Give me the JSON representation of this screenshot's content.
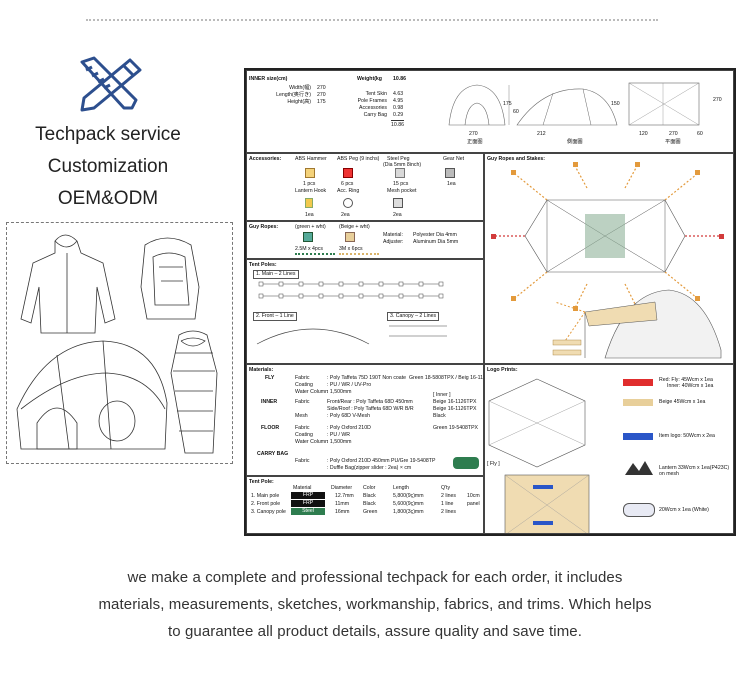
{
  "service": {
    "lines": [
      "Techpack service",
      "Customization",
      "OEM&ODM"
    ]
  },
  "sheet": {
    "dims": {
      "title": "INNER size(cm)",
      "weight_label": "Weight(kg",
      "weight_value": "10.86",
      "rows": [
        {
          "k": "Width(幅)",
          "v": "270"
        },
        {
          "k": "Length(奥行き)",
          "v": "270"
        },
        {
          "k": "Height(高)",
          "v": "175"
        }
      ],
      "weights": [
        {
          "k": "Tent Skin",
          "v": "4.63"
        },
        {
          "k": "Pole Frames",
          "v": "4.95"
        },
        {
          "k": "Accessories",
          "v": "0.98"
        },
        {
          "k": "Carry Bag",
          "v": "0.29"
        },
        {
          "k": "",
          "v": "10.86"
        }
      ],
      "front": {
        "w": "270",
        "h": "175",
        "caption": "正面图"
      },
      "side": {
        "w1": "212",
        "w2": "60",
        "caption": "側面圖"
      },
      "plan": {
        "h": "150",
        "w": "270",
        "a": "120",
        "b": "270",
        "c": "60",
        "caption": "平面圖"
      }
    },
    "accessories": {
      "title": "Accessories:",
      "items": [
        {
          "name": "ABS Hammer",
          "qty": "1 pcs"
        },
        {
          "name": "ABS Peg (9 inchs)",
          "qty": "6 pcs"
        },
        {
          "name": "Steel Peg",
          "sub": "(Dia 5mm 8inch)",
          "qty": "15 pcs"
        },
        {
          "name": "Gear Net",
          "qty": "1ea"
        },
        {
          "name": "Lantern Hook",
          "qty": "1ea"
        },
        {
          "name": "Acc. Ring",
          "qty": "2ea"
        },
        {
          "name": "Mesh pocket",
          "qty": "2ea"
        }
      ]
    },
    "guy_ropes": {
      "title": "Guy Ropes:",
      "color": "(green + wht)",
      "color2": "(Beige + wht)",
      "r1": "2.5M x 4pcs",
      "r2": "3M x 6pcs",
      "material_label": "Material:",
      "material_value": "Polyester Dia 4mm",
      "adjuster_label": "Adjuster:",
      "adjuster_value": "Aluminum Dia 5mm"
    },
    "tent_poles": {
      "title": "Tent Poles:",
      "main": "1. Main – 2 Lines",
      "front": "2. Front – 1 Line",
      "canopy": "3. Canopy – 2 Lines"
    },
    "guy_stakes_title": "Guy Ropes and Stakes:",
    "logo_prints": {
      "title": "Logo Prints:",
      "items": [
        {
          "text": "Red: Fly: 45Wcm x 1ea",
          "text2": "Inner: 40Wcm x 1ea",
          "color": "#e02d2d"
        },
        {
          "text": "Beige 45Wcm x 1ea",
          "text2": "",
          "color": "#e8cf9a"
        },
        {
          "text": "Item logo: 50Wcm x 2ea",
          "text2": "",
          "color": "#2a56c8"
        },
        {
          "text": "Lantern 33Wcm x 1ea(P423C)",
          "text2": "on mesh",
          "color": "#333333"
        },
        {
          "text": "20Wcm x 1ea (White)",
          "text2": "",
          "color": "#ffffff"
        }
      ],
      "fly_tag": "[ Fly ]"
    },
    "materials": {
      "title": "Materials:",
      "fly": {
        "name": "FLY",
        "rows": [
          {
            "k": "Fabric",
            "v": ": Poly Taffeta 75D 190T Non coate"
          },
          {
            "k": "Coating",
            "v": ": PU / WR / UV-Pro"
          },
          {
            "k": "Water Column",
            "v": ": 1,500mm"
          }
        ],
        "color": "Green 18-5808TPX / Beig 16-1126TPX"
      },
      "inner": {
        "name": "INNER",
        "rows": [
          {
            "k": "Fabric",
            "v": "Front/Rear : Poly Taffeta 68D 450mm"
          },
          {
            "k": "",
            "v": "Side/Roof : Poly Taffeta 68D W/R B/R"
          },
          {
            "k": "Mesh",
            "v": ": Poly 68D V-Mesh"
          }
        ],
        "c1": "Beige 16-1126TPX",
        "c2": "Beige 16-1126TPX",
        "c3": "Black",
        "tag": "[ Inner ]"
      },
      "floor": {
        "name": "FLOOR",
        "rows": [
          {
            "k": "Fabric",
            "v": ": Poly Oxford 210D"
          },
          {
            "k": "Coating",
            "v": ": PU / WR"
          },
          {
            "k": "Water Column",
            "v": ": 1,500mm"
          }
        ],
        "color": "Green 19-5408TPX"
      },
      "carry": {
        "name": "CARRY BAG",
        "rows": [
          {
            "k": "Fabric",
            "v": ": Poly Oxford 210D 450mm PU/Gre 19-5408TP"
          },
          {
            "k": "",
            "v": ": Duffle Bag(zipper slider : 2ea) × cm"
          }
        ]
      }
    },
    "pole_table": {
      "title": "Tent Pole:",
      "headers": [
        "Material",
        "Diameter",
        "Color",
        "Length",
        "Q'ty"
      ],
      "rows": [
        {
          "name": "1. Main pole",
          "material": "FRP",
          "dia": "12.7mm",
          "color": "Black",
          "length": "5,800(9ç)mm",
          "qty": "2 lines",
          "note": "10cm"
        },
        {
          "name": "2. Front pole",
          "material": "FRP",
          "dia": "11mm",
          "color": "Black",
          "length": "5,600(9ç)mm",
          "qty": "1 line",
          "note": "panel"
        },
        {
          "name": "3. Canopy pole",
          "material": "Steel",
          "dia": "16mm",
          "color": "Green",
          "length": "1,800(3ç)mm",
          "qty": "2 lines",
          "note": ""
        }
      ]
    }
  },
  "description": {
    "lines": [
      "we make a complete and professional techpack for each order, it includes",
      "materials, measurements, sketches, workmanship, fabrics, and trims. Which helps",
      "to guarantee all product details, assure quality and save time."
    ]
  },
  "colors": {
    "logo_blue": "#2d4f8e",
    "sheet_green": "#2e7d4f",
    "guide_orange": "#e39a3c",
    "guide_red": "#d23b3b",
    "beige": "#f0dcb2"
  }
}
